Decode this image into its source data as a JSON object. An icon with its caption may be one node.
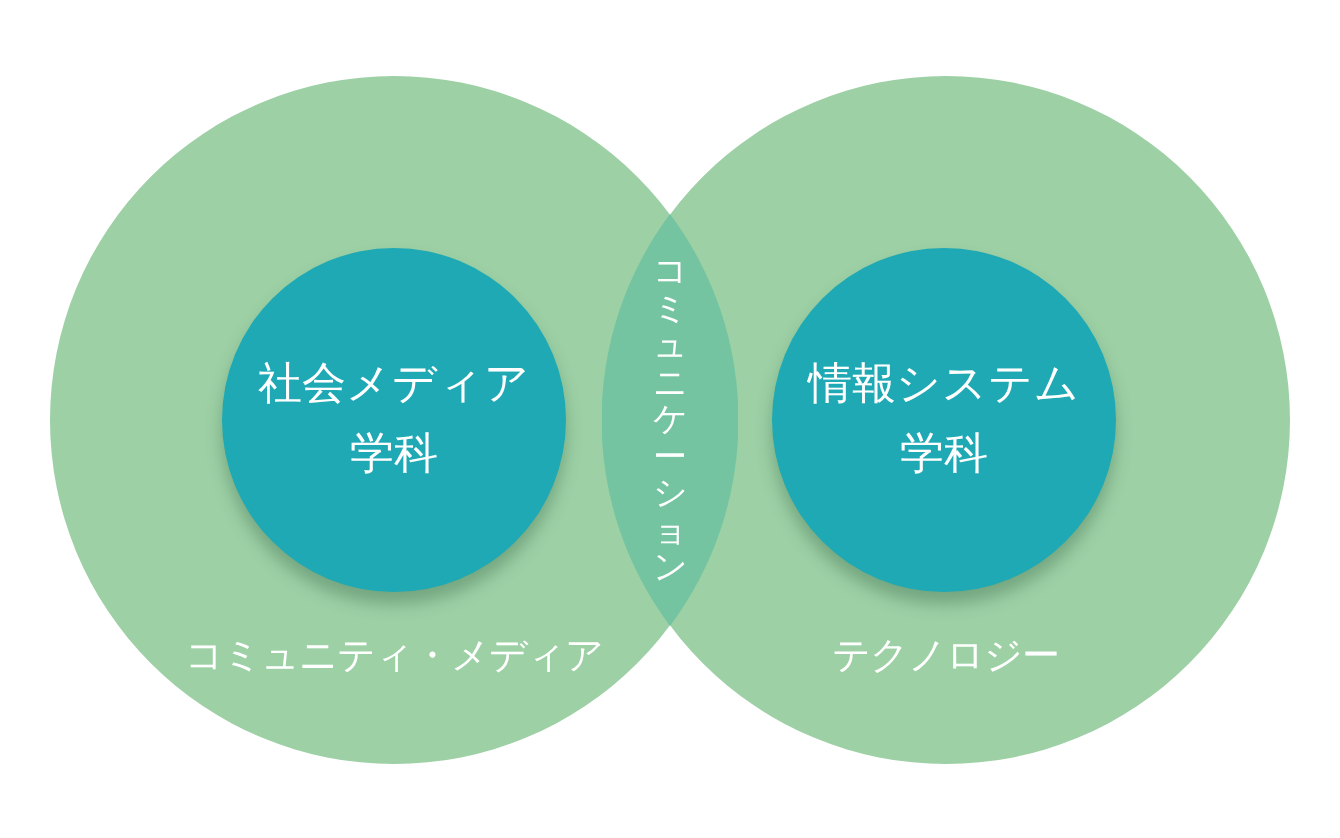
{
  "diagram": {
    "nodes": [
      {
        "text": [
          "コミュニティ・メディア"
        ]
      },
      {
        "text": [
          "社会メディア学科"
        ],
        "in": 0
      },
      {
        "text": [
          "テクノロジー"
        ]
      },
      {
        "text": [
          "情報システム学科"
        ],
        "in": 2
      },
      {
        "text": [
          "コミュニケーション"
        ]
      }
    ],
    "edges": []
  }
}
